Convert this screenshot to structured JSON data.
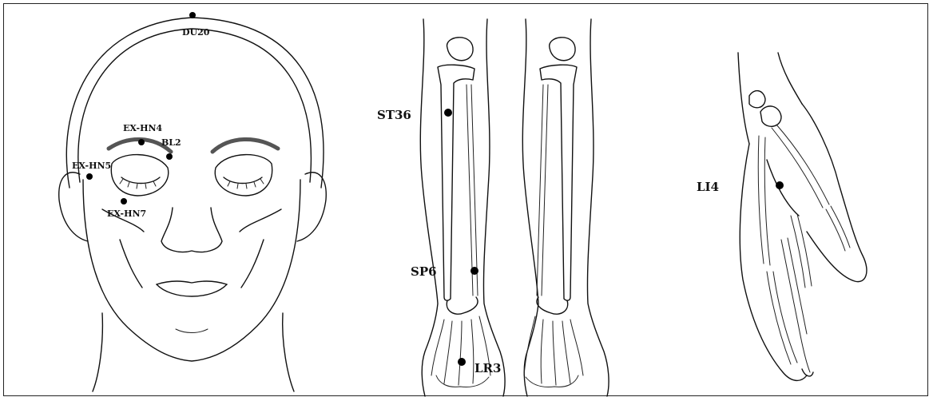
{
  "points": {
    "du20": "DU20",
    "ex_hn4": "EX-HN4",
    "bl2": "BL2",
    "ex_hn5": "EX-HN5",
    "ex_hn7": "EX-HN7",
    "st36": "ST36",
    "sp6": "SP6",
    "lr3": "LR3",
    "li4": "LI4"
  }
}
